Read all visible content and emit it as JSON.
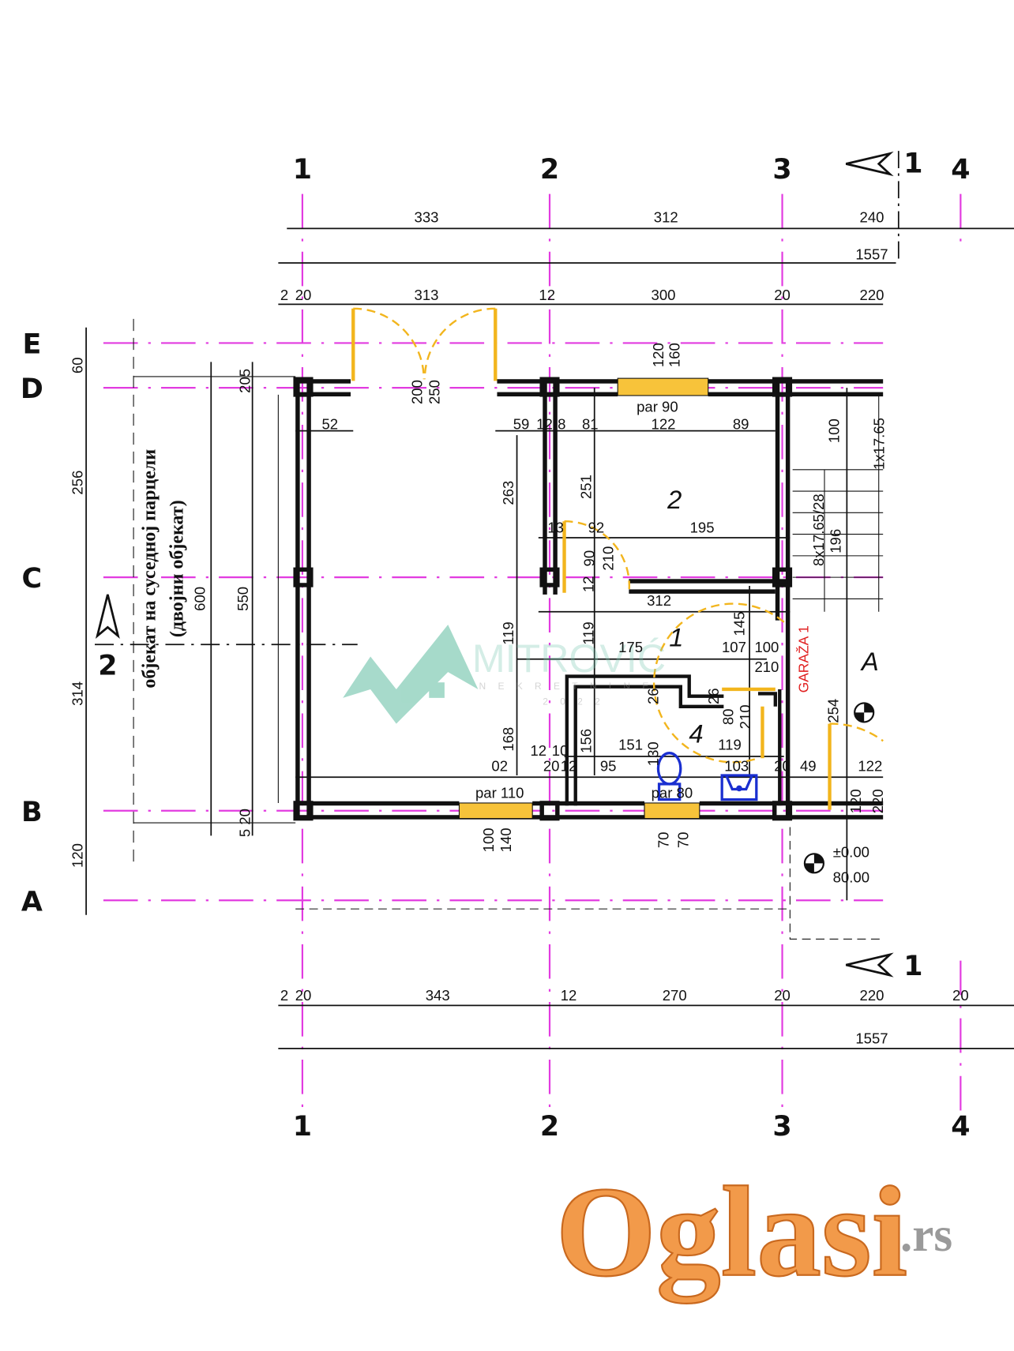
{
  "title": "Floor plan – ground level with garage",
  "grid_axes": {
    "columns": [
      "1",
      "2",
      "3",
      "4"
    ],
    "rows": [
      "E",
      "D",
      "C",
      "B",
      "A"
    ]
  },
  "section_marks": [
    "1",
    "1",
    "2"
  ],
  "neighbor_note": {
    "line1": "објекат на суседној парцели",
    "line2": "(двојни објекат)"
  },
  "dims": [
    "333",
    "312",
    "240",
    "1557",
    "2",
    "20",
    "313",
    "12",
    "300",
    "20",
    "220",
    "60",
    "256",
    "314",
    "120",
    "600",
    "550",
    "205",
    "5 20",
    "52",
    "59",
    "12",
    "8",
    "81",
    "122",
    "89",
    "par 90",
    "120",
    "160",
    "200",
    "250",
    "263",
    "251",
    "13",
    "92",
    "195",
    "90",
    "210",
    "12",
    "312",
    "119",
    "119",
    "175",
    "107",
    "100",
    "210",
    "145",
    "254",
    "26",
    "26",
    "80",
    "210",
    "151",
    "119",
    "156",
    "168",
    "12",
    "10",
    "02",
    "20",
    "12",
    "95",
    "130",
    "103",
    "20",
    "49",
    "122",
    "par 110",
    "par 80",
    "100",
    "140",
    "70",
    "70",
    "120",
    "220",
    "100",
    "1x17.65",
    "8x17.65/28",
    "196",
    "2",
    "20",
    "343",
    "12",
    "270",
    "20",
    "220",
    "20",
    "1557"
  ],
  "rooms": [
    "2",
    "1",
    "4",
    "A"
  ],
  "garage_label": "GARAŽA 1",
  "level_marker": {
    "relative": "±0.00",
    "absolute": "80.00"
  },
  "watermark": {
    "name": "MITROVIĆ",
    "sub": "NEKRETNINE",
    "year": "2022"
  },
  "site_logo": {
    "name": "Oglasi",
    "tld": ".rs"
  },
  "colors": {
    "axis": "#e23be0",
    "door": "#f2b51d",
    "fixture": "#1a2fd0",
    "garage": "#e02020",
    "logo": "#f29a4a"
  }
}
